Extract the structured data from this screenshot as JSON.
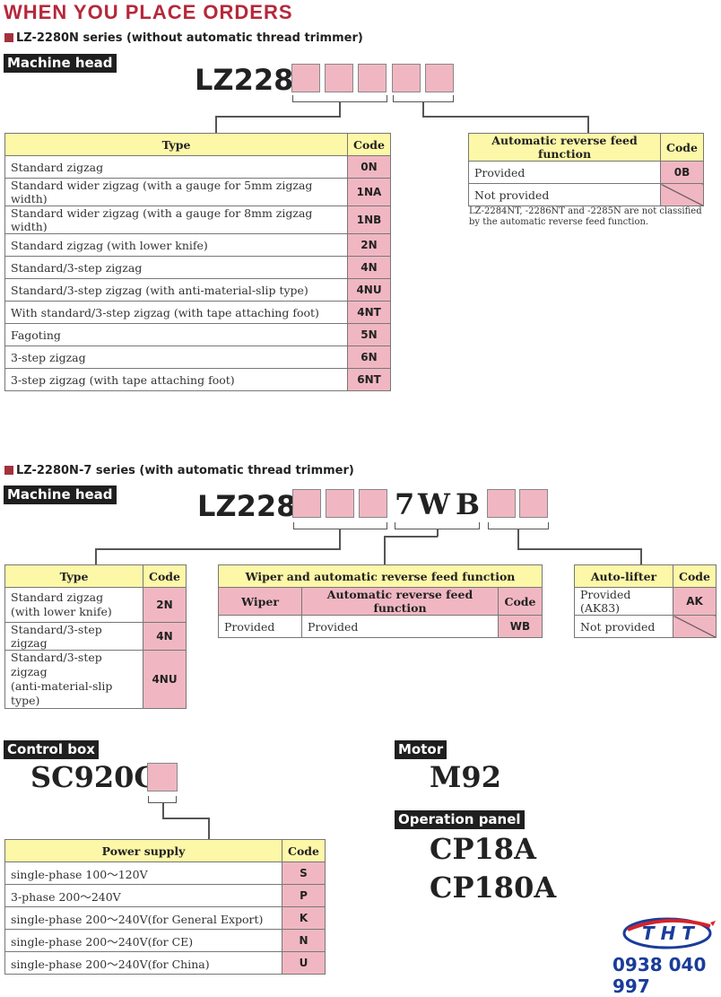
{
  "title": "WHEN YOU PLACE ORDERS",
  "section1": {
    "series_title": "LZ-2280N series (without automatic thread trimmer)",
    "machine_head_label": "Machine head",
    "model_prefix": "LZ228",
    "type_table": {
      "headers": [
        "Type",
        "Code"
      ],
      "rows": [
        {
          "type": "Standard zigzag",
          "code": "0N"
        },
        {
          "type": "Standard wider zigzag (with a gauge for 5mm zigzag width)",
          "code": "1NA"
        },
        {
          "type": "Standard wider zigzag (with a gauge for 8mm zigzag width)",
          "code": "1NB"
        },
        {
          "type": "Standard zigzag (with lower knife)",
          "code": "2N"
        },
        {
          "type": "Standard/3-step zigzag",
          "code": "4N"
        },
        {
          "type": "Standard/3-step zigzag (with anti-material-slip type)",
          "code": "4NU"
        },
        {
          "type": "With standard/3-step zigzag (with tape attaching foot)",
          "code": "4NT"
        },
        {
          "type": "Fagoting",
          "code": "5N"
        },
        {
          "type": "3-step zigzag",
          "code": "6N"
        },
        {
          "type": "3-step zigzag (with tape attaching foot)",
          "code": "6NT"
        }
      ]
    },
    "reverse_table": {
      "headers": [
        "Automatic reverse feed function",
        "Code"
      ],
      "rows": [
        {
          "label": "Provided",
          "code": "0B"
        },
        {
          "label": "Not provided",
          "code": ""
        }
      ]
    },
    "note": [
      "LZ-2284NT, -2286NT and -2285N are not classified",
      "by the automatic reverse feed function."
    ]
  },
  "section2": {
    "series_title": "LZ-2280N-7 series (with automatic thread trimmer)",
    "machine_head_label": "Machine head",
    "model_prefix": "LZ228",
    "model_fixed": [
      "7",
      "W",
      "B"
    ],
    "type_table": {
      "headers": [
        "Type",
        "Code"
      ],
      "rows": [
        {
          "type": [
            "Standard zigzag",
            "(with lower knife)"
          ],
          "code": "2N"
        },
        {
          "type": [
            "Standard/3-step zigzag"
          ],
          "code": "4N"
        },
        {
          "type": [
            "Standard/3-step zigzag",
            "(anti-material-slip type)"
          ],
          "code": "4NU"
        }
      ]
    },
    "wiper_table": {
      "title": "Wiper and automatic reverse feed function",
      "headers": [
        "Wiper",
        "Automatic reverse feed function",
        "Code"
      ],
      "rows": [
        {
          "wiper": "Provided",
          "reverse": "Provided",
          "code": "WB"
        }
      ]
    },
    "lifter_table": {
      "headers": [
        "Auto-lifter",
        "Code"
      ],
      "rows": [
        {
          "label": "Provided (AK83)",
          "code": "AK"
        },
        {
          "label": "Not provided",
          "code": ""
        }
      ]
    }
  },
  "control_box": {
    "label": "Control box",
    "model": "SC920C",
    "power_table": {
      "headers": [
        "Power supply",
        "Code"
      ],
      "rows": [
        {
          "label": "single-phase 100～120V",
          "code": "S"
        },
        {
          "label": "3-phase 200～240V",
          "code": "P"
        },
        {
          "label": "single-phase 200～240V(for General Export)",
          "code": "K"
        },
        {
          "label": "single-phase 200～240V(for CE)",
          "code": "N"
        },
        {
          "label": "single-phase 200～240V(for China)",
          "code": "U"
        }
      ]
    }
  },
  "motor": {
    "label": "Motor",
    "model": "M92"
  },
  "operation_panel": {
    "label": "Operation panel",
    "models": [
      "CP18A",
      "CP180A"
    ]
  },
  "logo": {
    "text": "THT",
    "color": "#1a3c9a",
    "accent": "#d6222a"
  },
  "phone": "0938 040 997",
  "colors": {
    "accent_red": "#b5283a",
    "code_pink": "#f0b7c2",
    "header_yellow": "#fdf7a8"
  }
}
